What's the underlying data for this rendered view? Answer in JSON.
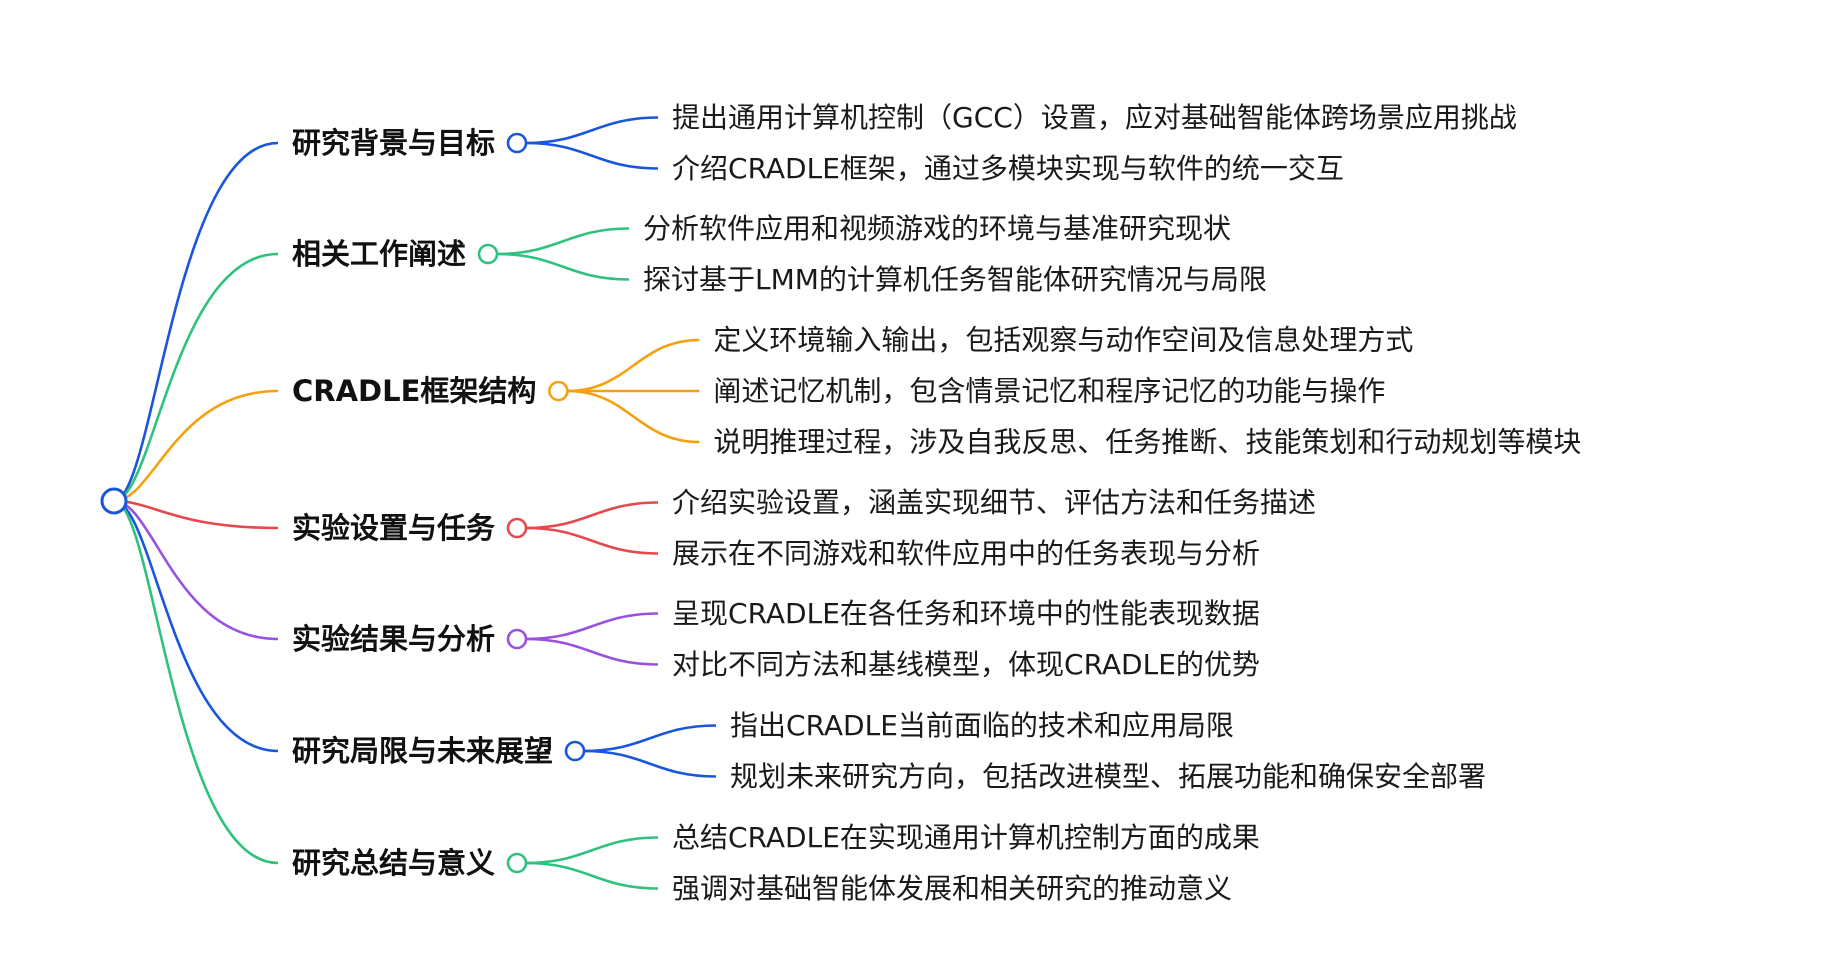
{
  "mindmap": {
    "root": {
      "label": ""
    },
    "branches": [
      {
        "label": "研究背景与目标",
        "color": "#1a56db",
        "children": [
          "提出通用计算机控制（GCC）设置，应对基础智能体跨场景应用挑战",
          "介绍CRADLE框架，通过多模块实现与软件的统一交互"
        ]
      },
      {
        "label": "相关工作阐述",
        "color": "#2ec27e",
        "children": [
          "分析软件应用和视频游戏的环境与基准研究现状",
          "探讨基于LMM的计算机任务智能体研究情况与局限"
        ]
      },
      {
        "label": "CRADLE框架结构",
        "color": "#f5a10f",
        "children": [
          "定义环境输入输出，包括观察与动作空间及信息处理方式",
          "阐述记忆机制，包含情景记忆和程序记忆的功能与操作",
          "说明推理过程，涉及自我反思、任务推断、技能策划和行动规划等模块"
        ]
      },
      {
        "label": "实验设置与任务",
        "color": "#e5484d",
        "children": [
          "介绍实验设置，涵盖实现细节、评估方法和任务描述",
          "展示在不同游戏和软件应用中的任务表现与分析"
        ]
      },
      {
        "label": "实验结果与分析",
        "color": "#9b51e0",
        "children": [
          "呈现CRADLE在各任务和环境中的性能表现数据",
          "对比不同方法和基线模型，体现CRADLE的优势"
        ]
      },
      {
        "label": "研究局限与未来展望",
        "color": "#1a56db",
        "children": [
          "指出CRADLE当前面临的技术和应用局限",
          "规划未来研究方向，包括改进模型、拓展功能和确保安全部署"
        ]
      },
      {
        "label": "研究总结与意义",
        "color": "#2ec27e",
        "children": [
          "总结CRADLE在实现通用计算机控制方面的成果",
          "强调对基础智能体发展和相关研究的推动意义"
        ]
      }
    ]
  }
}
